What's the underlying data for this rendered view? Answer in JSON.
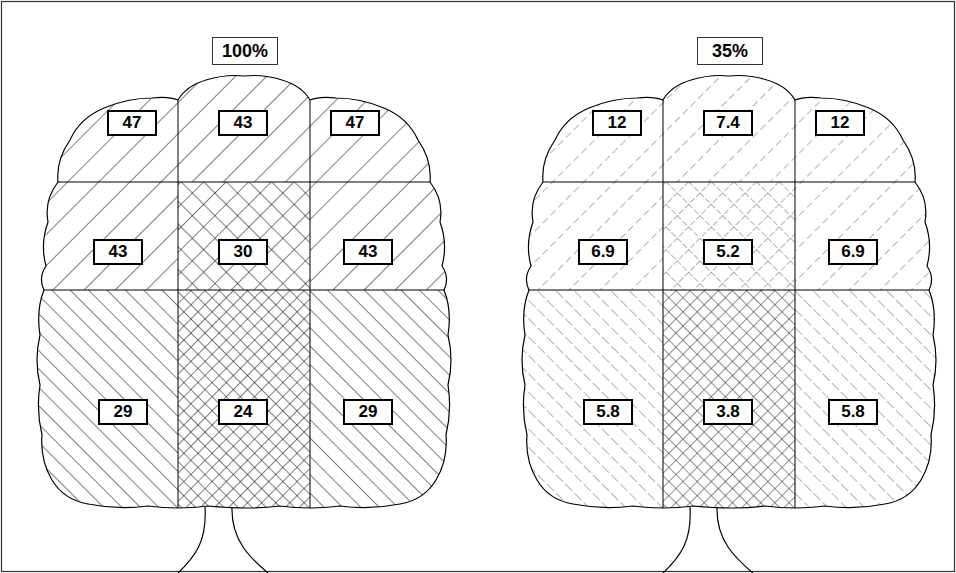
{
  "diagram": {
    "nodes": [
      {
        "text": [
          "100%"
        ]
      },
      {
        "text": [
          "47"
        ]
      },
      {
        "text": [
          "43"
        ]
      },
      {
        "text": [
          "47"
        ]
      },
      {
        "text": [
          "43"
        ]
      },
      {
        "text": [
          "30"
        ]
      },
      {
        "text": [
          "43"
        ]
      },
      {
        "text": [
          "29"
        ]
      },
      {
        "text": [
          "24"
        ]
      },
      {
        "text": [
          "29"
        ]
      },
      {
        "text": [
          "35%"
        ]
      },
      {
        "text": [
          "12"
        ]
      },
      {
        "text": [
          "7.4"
        ]
      },
      {
        "text": [
          "12"
        ]
      },
      {
        "text": [
          "6.9"
        ]
      },
      {
        "text": [
          "5.2"
        ]
      },
      {
        "text": [
          "6.9"
        ]
      },
      {
        "text": [
          "5.8"
        ]
      },
      {
        "text": [
          "3.8"
        ]
      },
      {
        "text": [
          "5.8"
        ]
      }
    ]
  }
}
